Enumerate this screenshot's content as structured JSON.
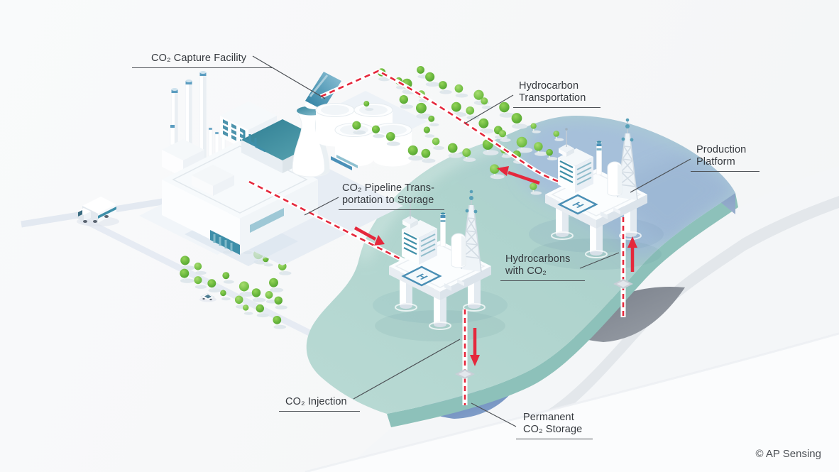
{
  "labels": {
    "capture_facility": "CO₂ Capture Facility",
    "hydrocarbon_transportation": "Hydrocarbon\nTransportation",
    "production_platform": "Production\nPlatform",
    "co2_pipeline": "CO₂ Pipeline Trans-\nportation to Storage",
    "hydrocarbons_with_co2": "Hydrocarbons\nwith CO₂",
    "co2_injection": "CO₂ Injection",
    "permanent_storage": "Permanent\nCO₂ Storage"
  },
  "credit": "© AP Sensing",
  "platform": {
    "helipad_letter": "H"
  },
  "colors": {
    "pipeline_red": "#e5283c",
    "tree_green": "#5cb637",
    "label_text": "#34383d",
    "sea_teal": "#b2d6d0",
    "sea_deep_blue": "#a9c3dc",
    "accent_blue": "#4a90b8",
    "window_teal": "#3f8fa8"
  }
}
